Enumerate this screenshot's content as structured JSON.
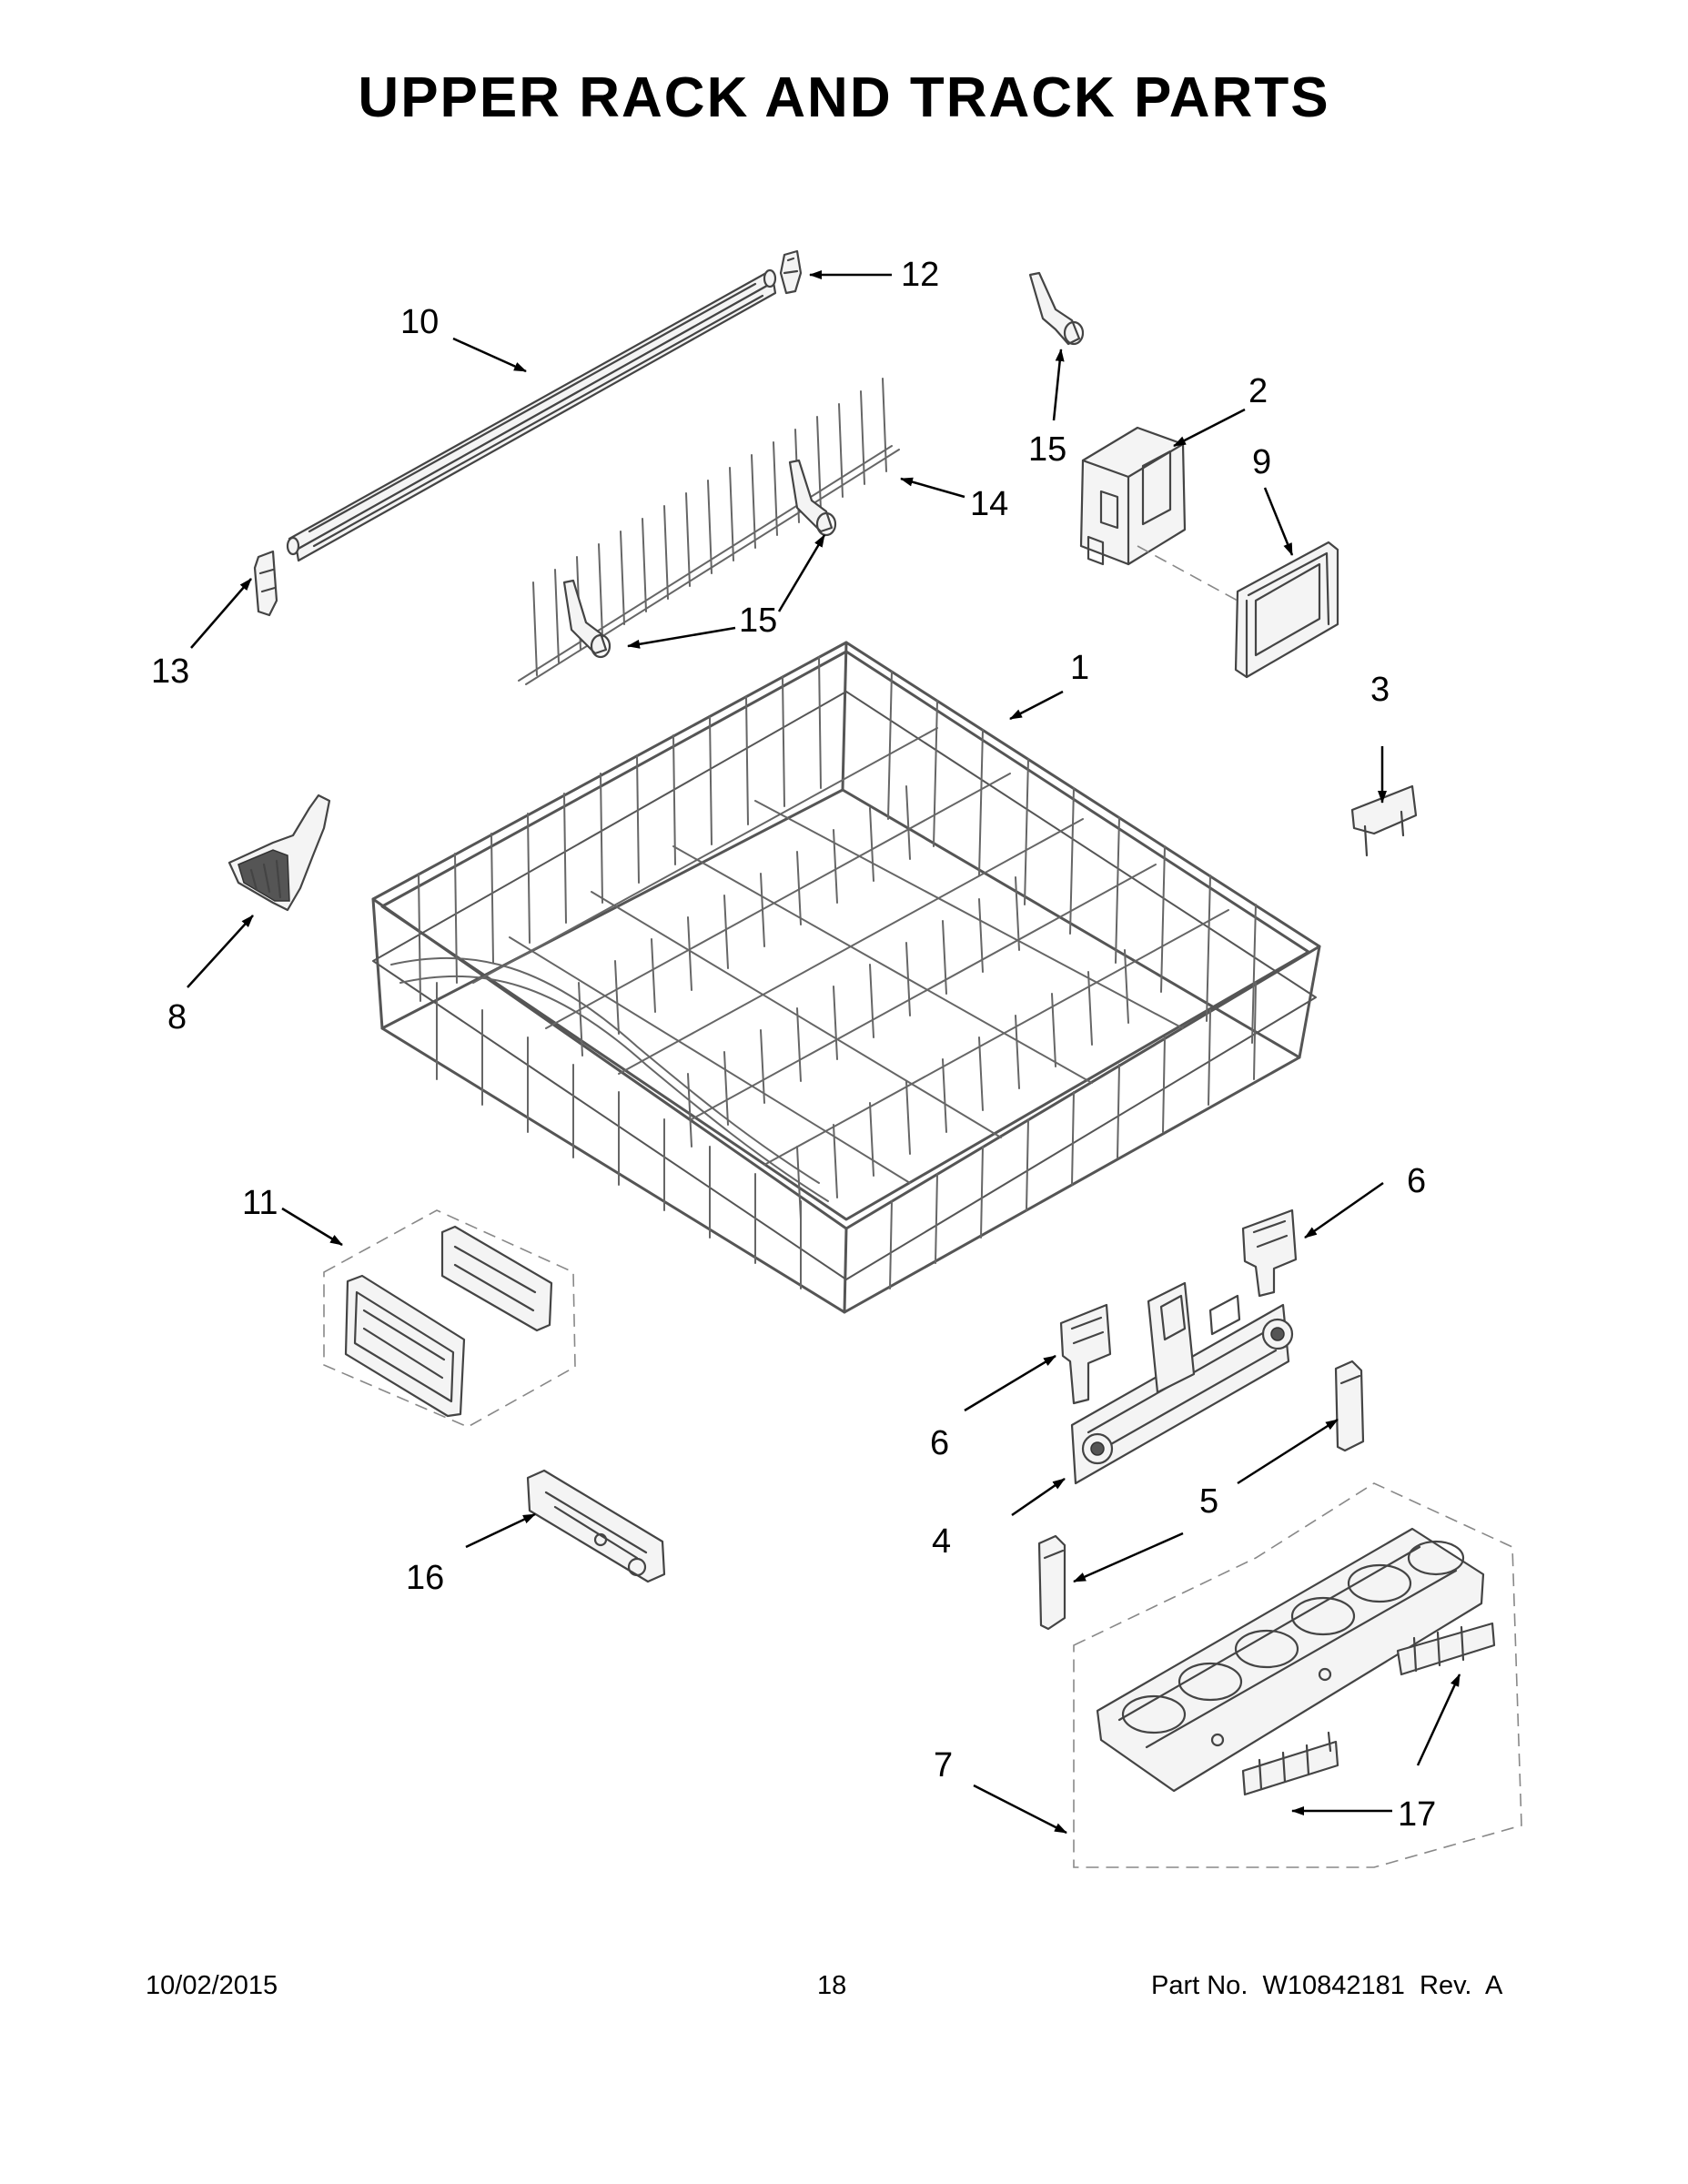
{
  "title": "UPPER RACK AND TRACK PARTS",
  "callouts": [
    "1",
    "2",
    "3",
    "4",
    "5",
    "6",
    "6",
    "7",
    "8",
    "9",
    "10",
    "11",
    "12",
    "13",
    "14",
    "15",
    "15",
    "16",
    "17"
  ],
  "footer": {
    "date": "10/02/2015",
    "page": "18",
    "part": "Part No.  W10842181  Rev.  A"
  }
}
